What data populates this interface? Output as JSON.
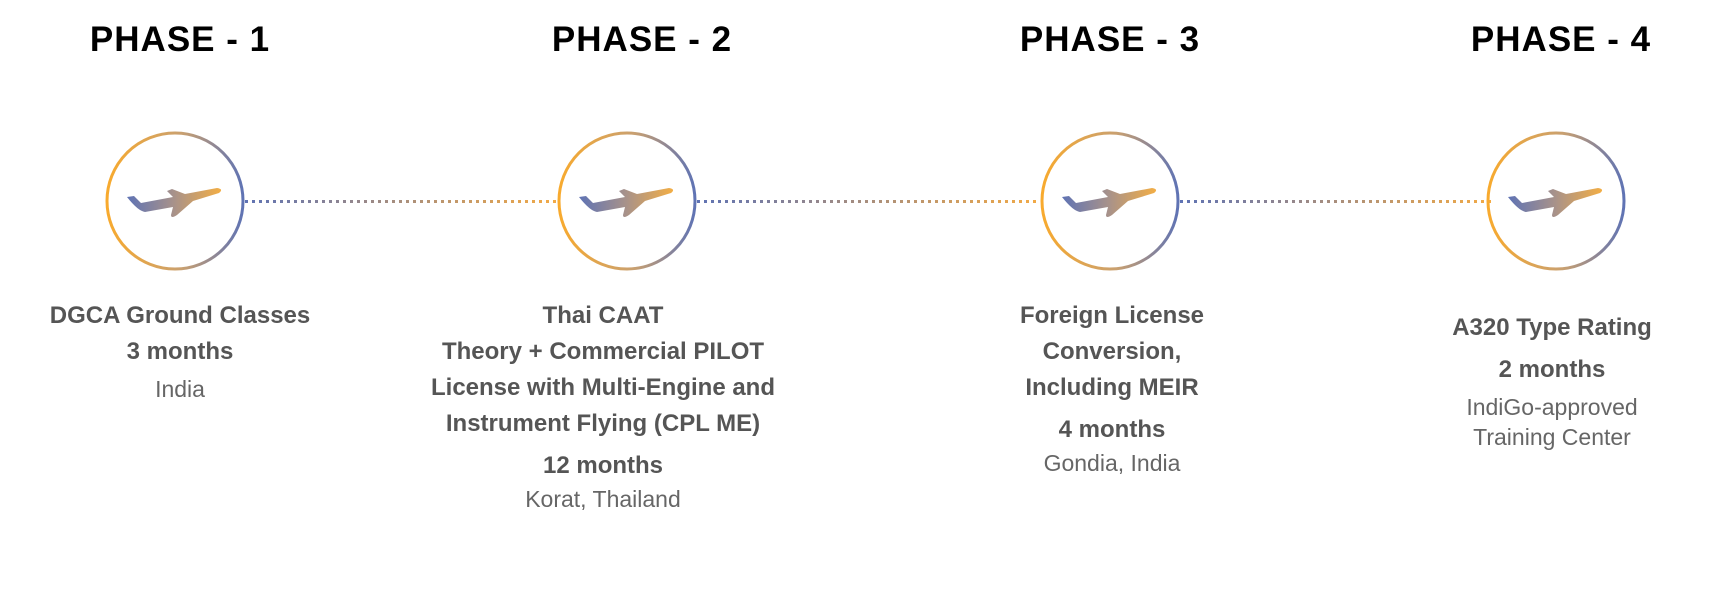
{
  "phases": [
    {
      "title": "PHASE - 1",
      "lines": [
        "DGCA Ground Classes"
      ],
      "duration": "3 months",
      "location": [
        "India"
      ]
    },
    {
      "title": "PHASE - 2",
      "lines": [
        "Thai CAAT",
        "Theory + Commercial PILOT",
        "License with Multi-Engine and",
        "Instrument Flying (CPL ME)"
      ],
      "duration": "12 months",
      "location": [
        "Korat, Thailand"
      ]
    },
    {
      "title": "PHASE - 3",
      "lines": [
        "Foreign License",
        "Conversion,",
        "Including MEIR"
      ],
      "duration": "4 months",
      "location": [
        "Gondia, India"
      ]
    },
    {
      "title": "PHASE - 4",
      "lines": [
        "A320 Type Rating"
      ],
      "duration": "2 months",
      "location": [
        "IndiGo-approved",
        "Training Center"
      ]
    }
  ],
  "colors": {
    "orange": "#F8AA2E",
    "blue": "#5F73B4"
  }
}
